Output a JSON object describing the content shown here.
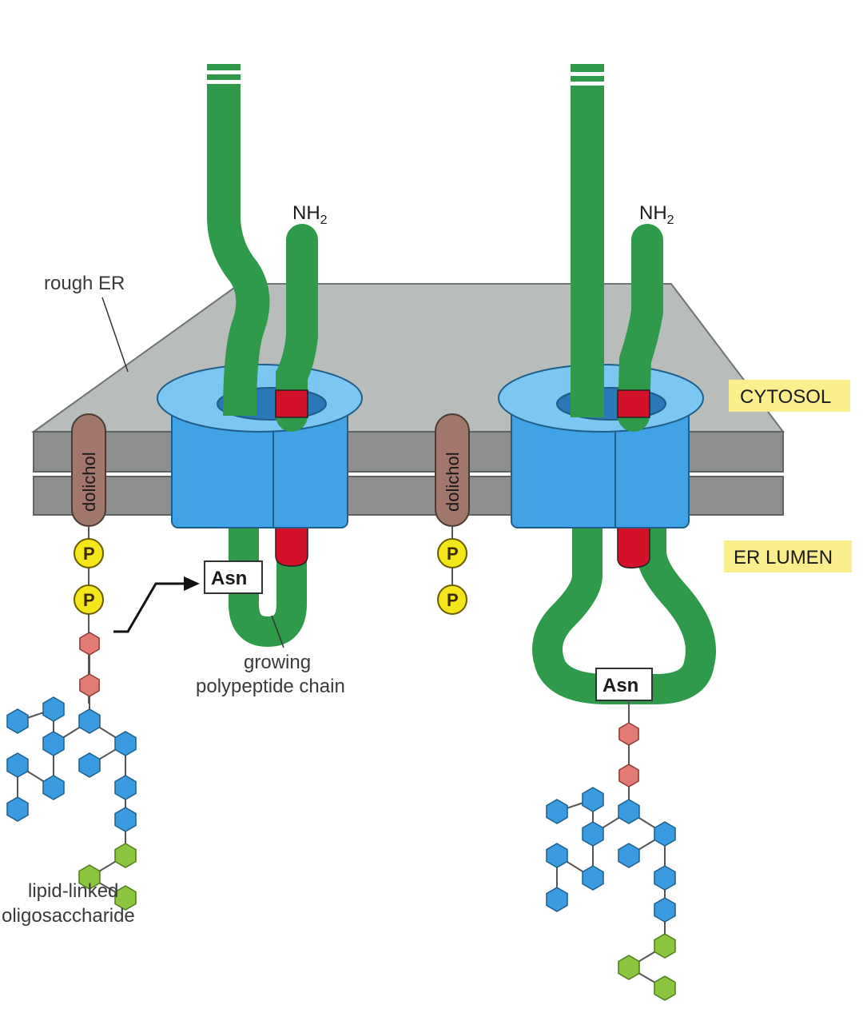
{
  "labels": {
    "rough_er": "rough ER",
    "nh2_left": "NH",
    "nh2_right": "NH",
    "nh2_subscript": "2",
    "cytosol": "CYTOSOL",
    "er_lumen": "ER LUMEN",
    "dolichol_left": "dolichol",
    "dolichol_right": "dolichol",
    "phosphate": "P",
    "asn_left": "Asn",
    "asn_right": "Asn",
    "growing_chain_line1": "growing",
    "growing_chain_line2": "polypeptide chain",
    "lipid_linked_line1": "lipid-linked",
    "lipid_linked_line2": "oligosaccharide"
  },
  "colors": {
    "peptide_green": "#2f9a4a",
    "membrane_gray": "#8c8f8d",
    "membrane_top": "#b7bcba",
    "translocon_blue": "#3fa3e6",
    "translocon_light": "#7cc6f2",
    "signal_red": "#d3122a",
    "dolichol_brown": "#a0776a",
    "phosphate_yellow": "#f5e51b",
    "mannose_blue": "#3a9be0",
    "nag_pink": "#e27b73",
    "glucose_green": "#8cc63f",
    "label_box_yellow": "#fbee8c"
  }
}
